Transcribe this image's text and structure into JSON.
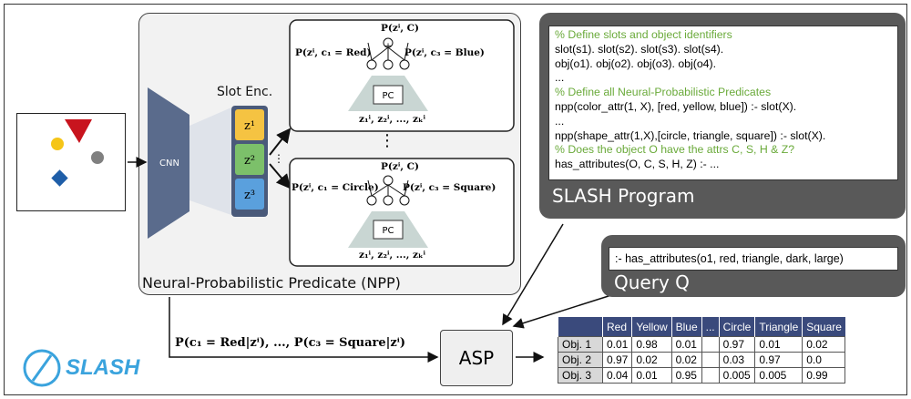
{
  "npp": {
    "label": "Neural-Probabilistic Predicate (NPP)"
  },
  "slot_encoder": {
    "label": "Slot Enc.",
    "slots": [
      "z¹",
      "z²",
      "z³"
    ]
  },
  "cnn": {
    "label": "CNN"
  },
  "pc_top": {
    "root": "P(zⁱ, C)",
    "left": "P(zⁱ, c₁ = Red)",
    "right": "P(zⁱ, c₃ = Blue)",
    "pc": "PC",
    "leaves": "z₁ⁱ, z₂ⁱ, ..., zₖⁱ"
  },
  "pc_bottom": {
    "root": "P(zⁱ, C)",
    "left": "P(zⁱ, c₁ = Circle)",
    "right": "P(zⁱ, c₃ = Square)",
    "pc": "PC",
    "leaves": "z₁ⁱ, z₂ⁱ, ..., zₖⁱ"
  },
  "vdots": "⋮",
  "program": {
    "label": "SLASH Program",
    "lines": [
      {
        "text": "% Define slots and object identifiers",
        "comment": true
      },
      {
        "text": "slot(s1). slot(s2). slot(s3). slot(s4).",
        "comment": false
      },
      {
        "text": "obj(o1). obj(o2). obj(o3). obj(o4).",
        "comment": false
      },
      {
        "text": "...",
        "comment": false
      },
      {
        "text": "% Define all Neural-Probabilistic Predicates",
        "comment": true
      },
      {
        "text": "npp(color_attr(1, X), [red, yellow, blue]) :- slot(X).",
        "comment": false
      },
      {
        "text": "...",
        "comment": false
      },
      {
        "text": "npp(shape_attr(1,X),[circle, triangle, square]) :- slot(X).",
        "comment": false
      },
      {
        "text": "% Does the object O have the attrs C, S, H & Z?",
        "comment": true
      },
      {
        "text": "has_attributes(O, C, S, H, Z) :- ...",
        "comment": false
      }
    ]
  },
  "query": {
    "label": "Query Q",
    "text": ":- has_attributes(o1, red, triangle, dark, large)"
  },
  "asp": {
    "label": "ASP"
  },
  "prob_text": "P(c₁ = Red|zⁱ), ..., P(c₃ = Square|zⁱ)",
  "logo": {
    "text": "SLASH"
  },
  "table": {
    "headers": [
      "",
      "Red",
      "Yellow",
      "Blue",
      "...",
      "Circle",
      "Triangle",
      "Square"
    ],
    "rows": [
      [
        "Obj. 1",
        "0.01",
        "0.98",
        "0.01",
        "",
        "0.97",
        "0.01",
        "0.02"
      ],
      [
        "Obj. 2",
        "0.97",
        "0.02",
        "0.02",
        "",
        "0.03",
        "0.97",
        "0.0"
      ],
      [
        "Obj. 3",
        "0.04",
        "0.01",
        "0.95",
        "",
        "0.005",
        "0.005",
        "0.99"
      ]
    ]
  },
  "colors": {
    "slot1": "#f5c342",
    "slot2": "#7cc06a",
    "slot3": "#5aa0dd",
    "encoder": "#5a6b8c",
    "table_header": "#3a4a7c",
    "comment": "#6aaa3a",
    "logo": "#3aa3dd"
  }
}
